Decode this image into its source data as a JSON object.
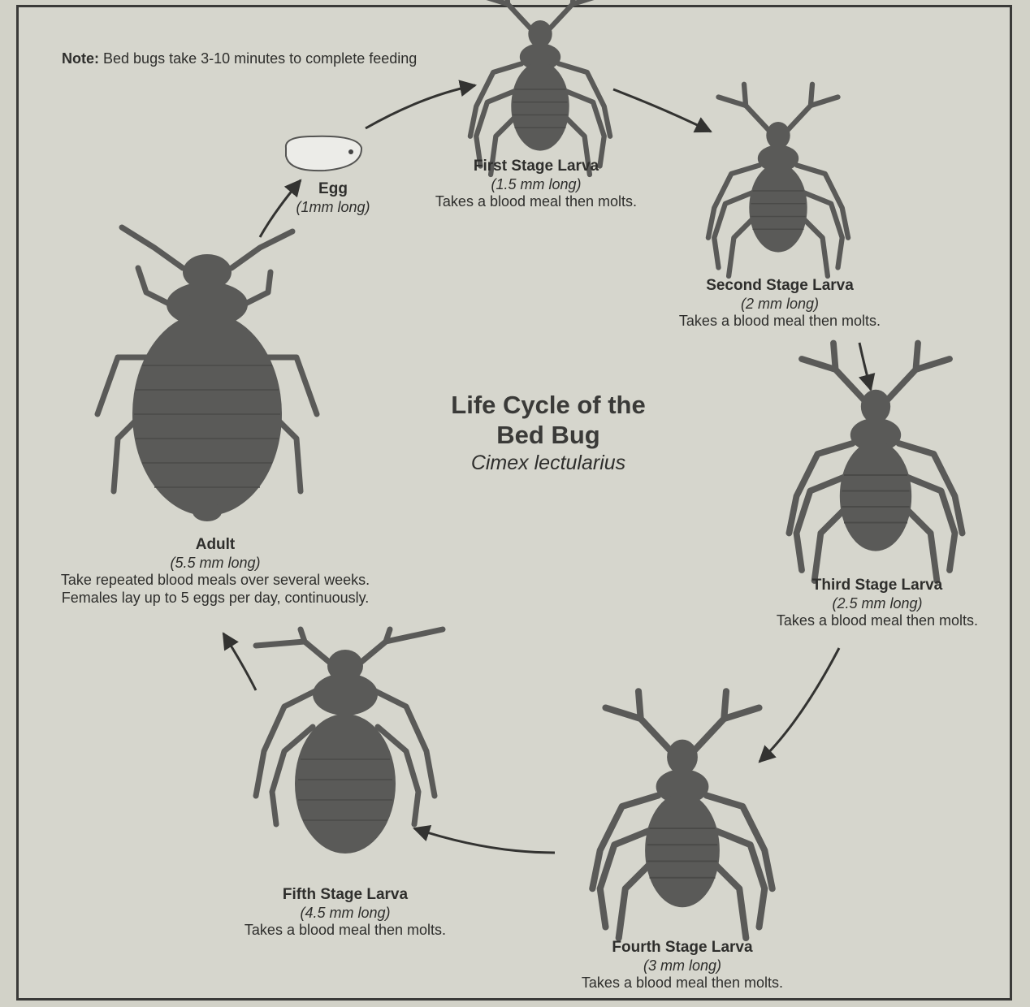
{
  "note": {
    "label": "Note:",
    "text": "Bed bugs take 3-10 minutes to complete feeding"
  },
  "title": {
    "line1": "Life Cycle of the",
    "line2": "Bed Bug",
    "scientific": "Cimex lectularius"
  },
  "colors": {
    "bug": "#5a5a58",
    "ink": "#2e2e2c",
    "paper": "#d6d6cd",
    "egg": "#ecece8"
  },
  "stages": {
    "egg": {
      "name": "Egg",
      "size": "(1mm long)"
    },
    "first": {
      "name": "First Stage Larva",
      "size": "(1.5 mm long)",
      "desc": "Takes a blood meal then molts."
    },
    "second": {
      "name": "Second Stage Larva",
      "size": "(2 mm long)",
      "desc": "Takes a blood meal then molts."
    },
    "third": {
      "name": "Third Stage Larva",
      "size": "(2.5 mm long)",
      "desc": "Takes a blood meal then molts."
    },
    "fourth": {
      "name": "Fourth Stage Larva",
      "size": "(3 mm long)",
      "desc": "Takes a blood meal then molts."
    },
    "fifth": {
      "name": "Fifth Stage Larva",
      "size": "(4.5 mm long)",
      "desc": "Takes a blood meal then molts."
    },
    "adult": {
      "name": "Adult",
      "size": "(5.5 mm long)",
      "desc1": "Take repeated blood meals over several weeks.",
      "desc2": "Females lay up to 5 eggs per day, continuously."
    }
  }
}
